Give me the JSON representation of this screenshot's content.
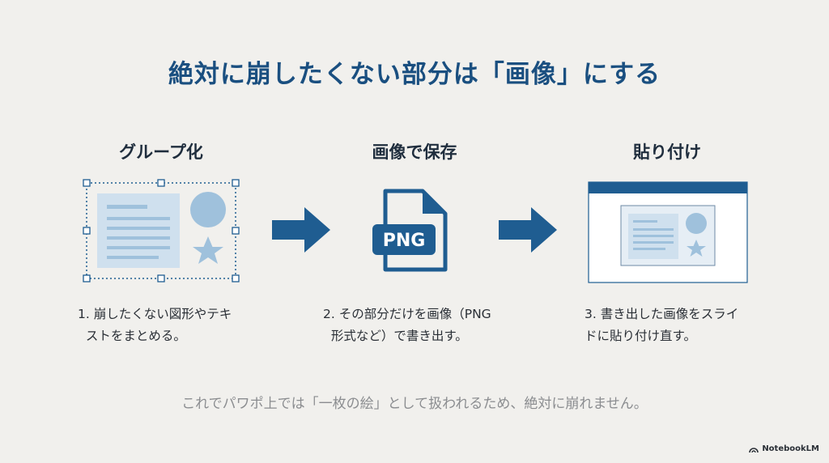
{
  "title": "絶対に崩したくない部分は「画像」にする",
  "steps": [
    {
      "heading": "グループ化",
      "description_lines": [
        "1. 崩したくない図形やテキ",
        "  ストをまとめる。"
      ]
    },
    {
      "heading": "画像で保存",
      "icon_label": "PNG",
      "description_lines": [
        "2. その部分だけを画像（PNG",
        "  形式など）で書き出す。"
      ]
    },
    {
      "heading": "貼り付け",
      "description_lines": [
        "3. 書き出した画像をスライ",
        "ドに貼り付け直す。"
      ]
    }
  ],
  "footer": "これでパワポ上では「一枚の絵」として扱われるため、絶対に崩れません。",
  "brand": "NotebookLM",
  "colors": {
    "accent_dark": "#1a4f80",
    "accent": "#1f5d91",
    "light_blue": "#cfe0ee",
    "mid_blue": "#9fc1dc",
    "background": "#f1f0ed"
  }
}
